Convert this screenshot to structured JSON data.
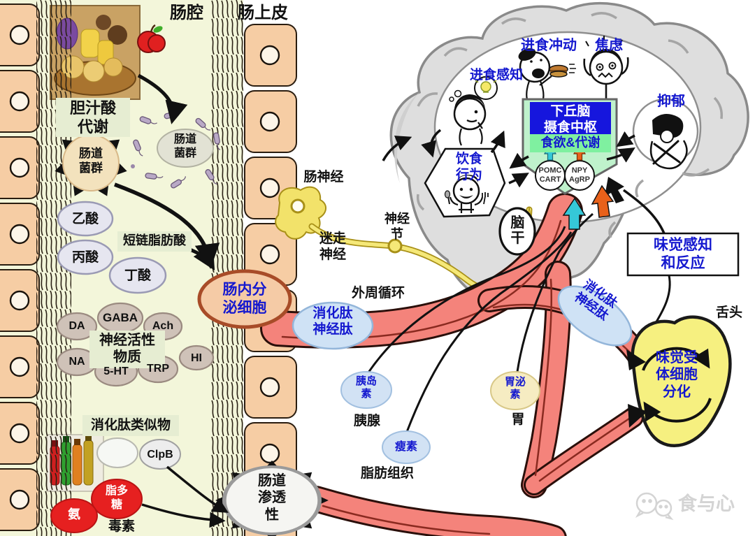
{
  "regions": {
    "lumen_label": "肠腔",
    "epithelium_label": "肠上皮"
  },
  "gut": {
    "bile": "胆汁酸\n代谢",
    "microbiota_circle": "肠道\n菌群",
    "microbiota_cloud": "肠道\n菌群",
    "acetate": "乙酸",
    "propionate": "丙酸",
    "butyrate": "丁酸",
    "scfa": "短链脂肪酸",
    "neuroactive": "神经活性\n物质",
    "nts": [
      "DA",
      "GABA",
      "Ach",
      "NA",
      "5-HT",
      "TRP",
      "HI"
    ],
    "peptide_analogs": "消化肽类似物",
    "clpb": "ClpB",
    "lps": "脂多\n糖",
    "ammonia": "氨",
    "toxins": "毒素",
    "permeability": "肠道\n渗透\n性",
    "eec": "肠内分\n泌细胞"
  },
  "nerves": {
    "enteric": "肠神经",
    "vagus": "迷走\n神经",
    "ganglion": "神经\n节"
  },
  "circulation": {
    "peripheral": "外周循环",
    "peptides1": "消化肽\n神经肽",
    "peptides2": "消化肽\n神经肽",
    "insulin": "胰岛\n素",
    "pancreas": "胰腺",
    "leptin": "瘦素",
    "adipose": "脂肪组织",
    "gastrin": "胃泌\n素",
    "stomach": "胃"
  },
  "brain": {
    "impulse": "进食冲动",
    "perception": "进食感知",
    "anxiety": "焦虑",
    "depression": "抑郁",
    "behavior": "饮食\n行为",
    "hypothalamus": "下丘脑\n摄食中枢",
    "appetite": "食欲&代谢",
    "pomc": "POMC\nCART",
    "npy": "NPY\nAgRP",
    "brainstem": "脑\n干",
    "taste_box": "味觉感知\n和反应"
  },
  "tongue": {
    "label": "舌头",
    "receptor": "味觉受\n体细胞\n分化"
  },
  "watermark": "食与心",
  "colors": {
    "accent_blue": "#1418cf",
    "header_blue": "#1616dd",
    "appetite_green": "#7ff0a0",
    "vessel_salmon": "#f4837b",
    "toxin_red": "#e62020",
    "tongue_yellow": "#f6f080",
    "cyan_arrow": "#35c8d8",
    "orange_arrow": "#e8611a",
    "lumen_bg": "#f3f6da",
    "nerve_yellow": "#f2e26a"
  }
}
